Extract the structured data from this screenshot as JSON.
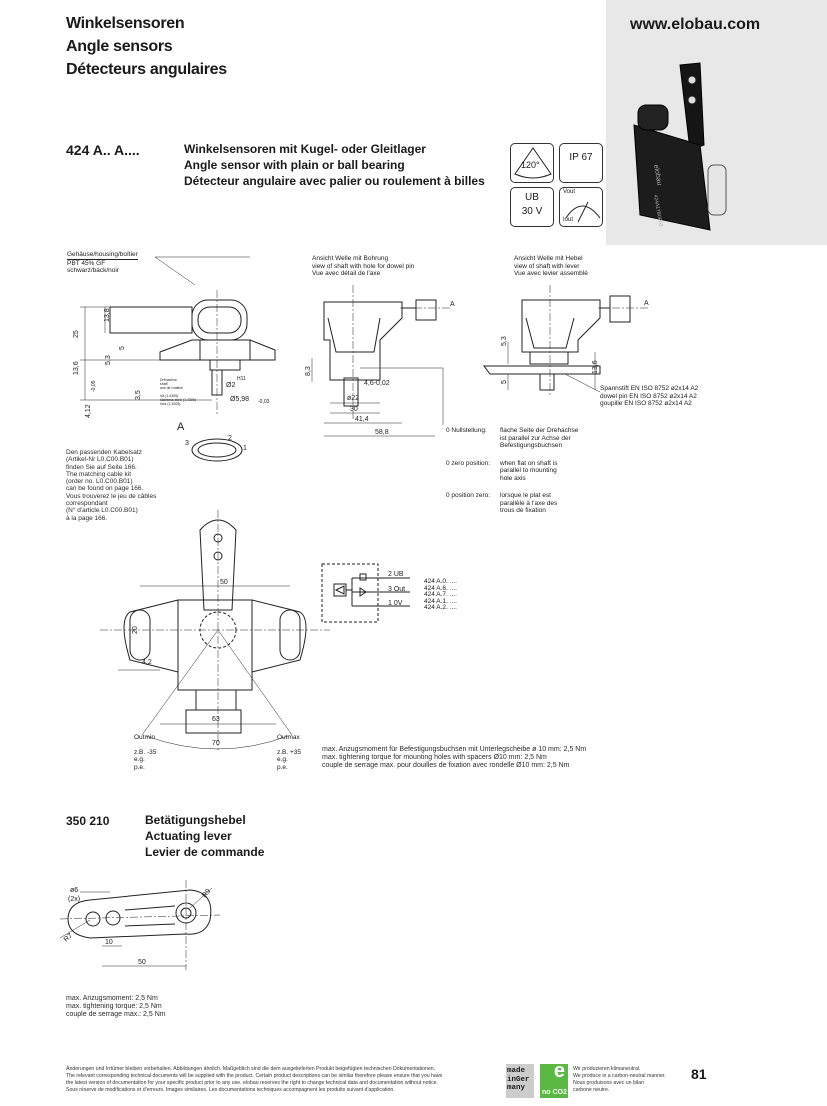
{
  "header": {
    "titles": [
      "Winkelsensoren",
      "Angle sensors",
      "Détecteurs angulaires"
    ],
    "url": "www.elobau.com"
  },
  "product": {
    "number": "424 A.. A....",
    "desc": [
      "Winkelsensoren mit Kugel- oder Gleitlager",
      "Angle sensor with plain or ball bearing",
      "Détecteur angulaire avec palier ou roulement à billes"
    ]
  },
  "icons": {
    "angle": "120°",
    "ip": "IP 67",
    "voltage_label": "UB",
    "voltage": "30 V",
    "vout": "Vout",
    "iout": "Iout"
  },
  "photo": {
    "brand": "elobau",
    "code": "424A17B0P03"
  },
  "drawing1": {
    "housing": [
      "Gehäuse/housing/boîtier",
      "PBT 45% GF",
      "schwarz/back/noir"
    ],
    "dims": [
      "13,8",
      "25",
      "5",
      "5,3",
      "13,6",
      "3,5",
      "4,12",
      "-0,05",
      "Ø2",
      "H11",
      "Ø5,98",
      "-0,03"
    ],
    "shaft": [
      "Drehachse",
      "shaft",
      "axe de rotation",
      "VA (1.4305)",
      "stainless steel (1.4305)",
      "inox (1.4305)"
    ],
    "view": "A",
    "pins": [
      "3",
      "2",
      "1"
    ]
  },
  "cable_note": [
    "Den passenden Kabelsatz",
    "(Artikel-Nr L0.C00.B01)",
    "finden Sie auf Seite 166.",
    "The matching cable kit",
    "(order no. L0.C00.B01)",
    "can be found on page 166.",
    "Vous trouverez le jeu de câbles",
    "correspondant",
    "(N° d'article L0.C00.B01)",
    "à la page 166."
  ],
  "drawing2": {
    "title": [
      "Ansicht Welle mit Bohrung",
      "view of shaft with hole for dowel pin",
      "Vue avec détail de l'axe"
    ],
    "dims": [
      "8,3",
      "4,6-0,02",
      "ø22",
      "30",
      "41,4",
      "58,8"
    ],
    "arrow": "A"
  },
  "drawing3": {
    "title": [
      "Ansicht Welle mit Hebel",
      "view of shaft with lever",
      "Vue avec levier assemblé"
    ],
    "dims": [
      "5,3",
      "13,6",
      "5"
    ],
    "arrow": "A",
    "pin": [
      "Spannstift EN ISO 8752 ø2x14 A2",
      "dowel pin EN ISO 8752 ø2x14 A2",
      "goupille EN ISO 8752 ø2x14 A2"
    ]
  },
  "zero": [
    {
      "label": "0 Nullstellung:",
      "text": [
        "flache Seite der Drehachse",
        "ist parallel zur Achse der",
        "Befestigungsbuchsen"
      ]
    },
    {
      "label": "0 zero position:",
      "text": [
        "when flat on shaft is",
        "parallel to mounting",
        "hole axis"
      ]
    },
    {
      "label": "0 position zero:",
      "text": [
        "lorsque le plat est",
        "parallèle à l'axe des",
        "trous de fixation"
      ]
    }
  ],
  "circuit": {
    "pins": [
      "2  UB",
      "3  Out",
      "1  0V"
    ],
    "variants": [
      "424 A.0. ....",
      "424 A.6. ....",
      "424 A.7. ....",
      "424 A.1. ....",
      "424 A.2. ...."
    ]
  },
  "drawing4": {
    "dims": [
      "50",
      "20",
      "4,2",
      "63",
      "70"
    ],
    "outmin": "Outmin",
    "outmax": "Outmax",
    "ex_min": [
      "z.B. -35",
      "e.g.",
      "p.e."
    ],
    "ex_max": [
      "z.B. +35",
      "e.g.",
      "p.e."
    ]
  },
  "torque": [
    "max. Anzugsmoment für Befestigungsbuchsen mit Unterlegscheibe ø 10 mm: 2,5 Nm",
    "max. tightening torque for mounting holes with spacers Ø10 mm: 2,5 Nm",
    "couple de serrage max. pour douilles de fixation avec rondelle Ø10 mm: 2,5 Nm"
  ],
  "lever": {
    "number": "350 210",
    "desc": [
      "Betätigungshebel",
      "Actuating lever",
      "Levier de commande"
    ],
    "dims": [
      "ø6",
      "(2x)",
      "R9",
      "R7",
      "10",
      "50"
    ],
    "torque": [
      "max. Anzugsmoment: 2,5 Nm",
      "max. tightening torque: 2,5 Nm",
      "couple de serrage max.: 2,5 Nm"
    ]
  },
  "footer": {
    "disclaimer": [
      "Änderungen und Irrtümer bleiben vorbehalten. Abbildungen ähnlich. Maßgeblich sind die dem ausgelieferten Produkt beigefügten technischen Dokumentationen.",
      "The relevant corresponding technical documents will be supplied with the product. Certain product descriptions can be similar therefore please ensure that you have",
      "the latest version of documentation for your specific product prior to any use. elobau reserves the right to change technical data and documentation without notice.",
      "Sous réserve de modifications et d'erreurs. Images similaires. Les documentations techniques accompagnent les produits suivant d'application."
    ],
    "made": [
      "made",
      "inGer",
      "many"
    ],
    "eco_letter": "e",
    "noco2": "no CO2",
    "eco_text": [
      "Wir produzieren klimaneutral.",
      "We produce in a carbon-neutral manner.",
      "Nous produisons avec un bilan",
      "carbone neutre."
    ],
    "page": "81",
    "eco_color": "#5cb845"
  }
}
